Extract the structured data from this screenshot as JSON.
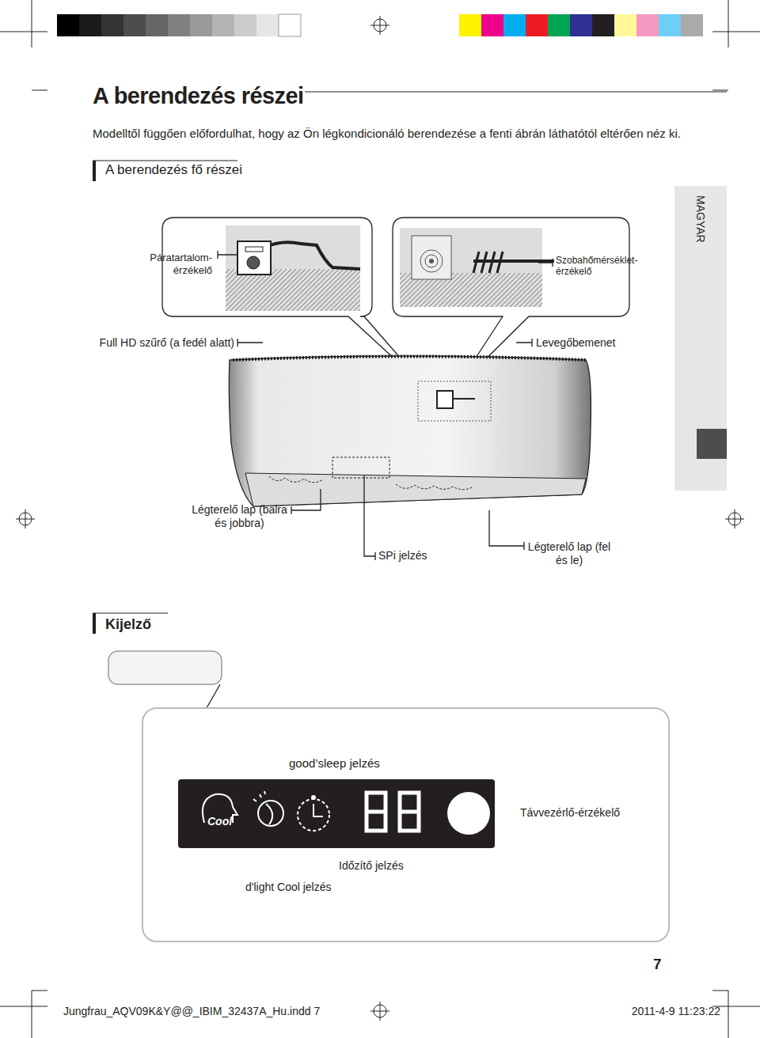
{
  "diagram": {
    "title": "A berendezés részei",
    "nodes": [
      {
        "text": [
          "MAGYAR"
        ]
      }
    ],
    "labels": [
      "Modelltől függően előfordulhat, hogy az Ön légkondicionáló berendezése a fenti ábrán láthatótól eltérően néz ki.",
      "A berendezés fő részei",
      "Páratartalom- érzékelő",
      "Szobahőmérséklet- érzékelő",
      "Full HD szűrő (a fedél alatt)",
      "Levegőbemenet",
      "Légterelő lap (balra és jobbra)",
      "SPi jelzés",
      "Légterelő lap (fel és le)",
      "Kijelző",
      "good’sleep jelzés",
      "Távvezérlő-érzékelő",
      "Időzítő jelzés",
      "d'light Cool jelzés",
      "Cool",
      "7",
      "Jungfrau_AQV09K&Y@@_IBIM_32437A_Hu.indd 7",
      "2011-4-9 11:23:22"
    ]
  }
}
